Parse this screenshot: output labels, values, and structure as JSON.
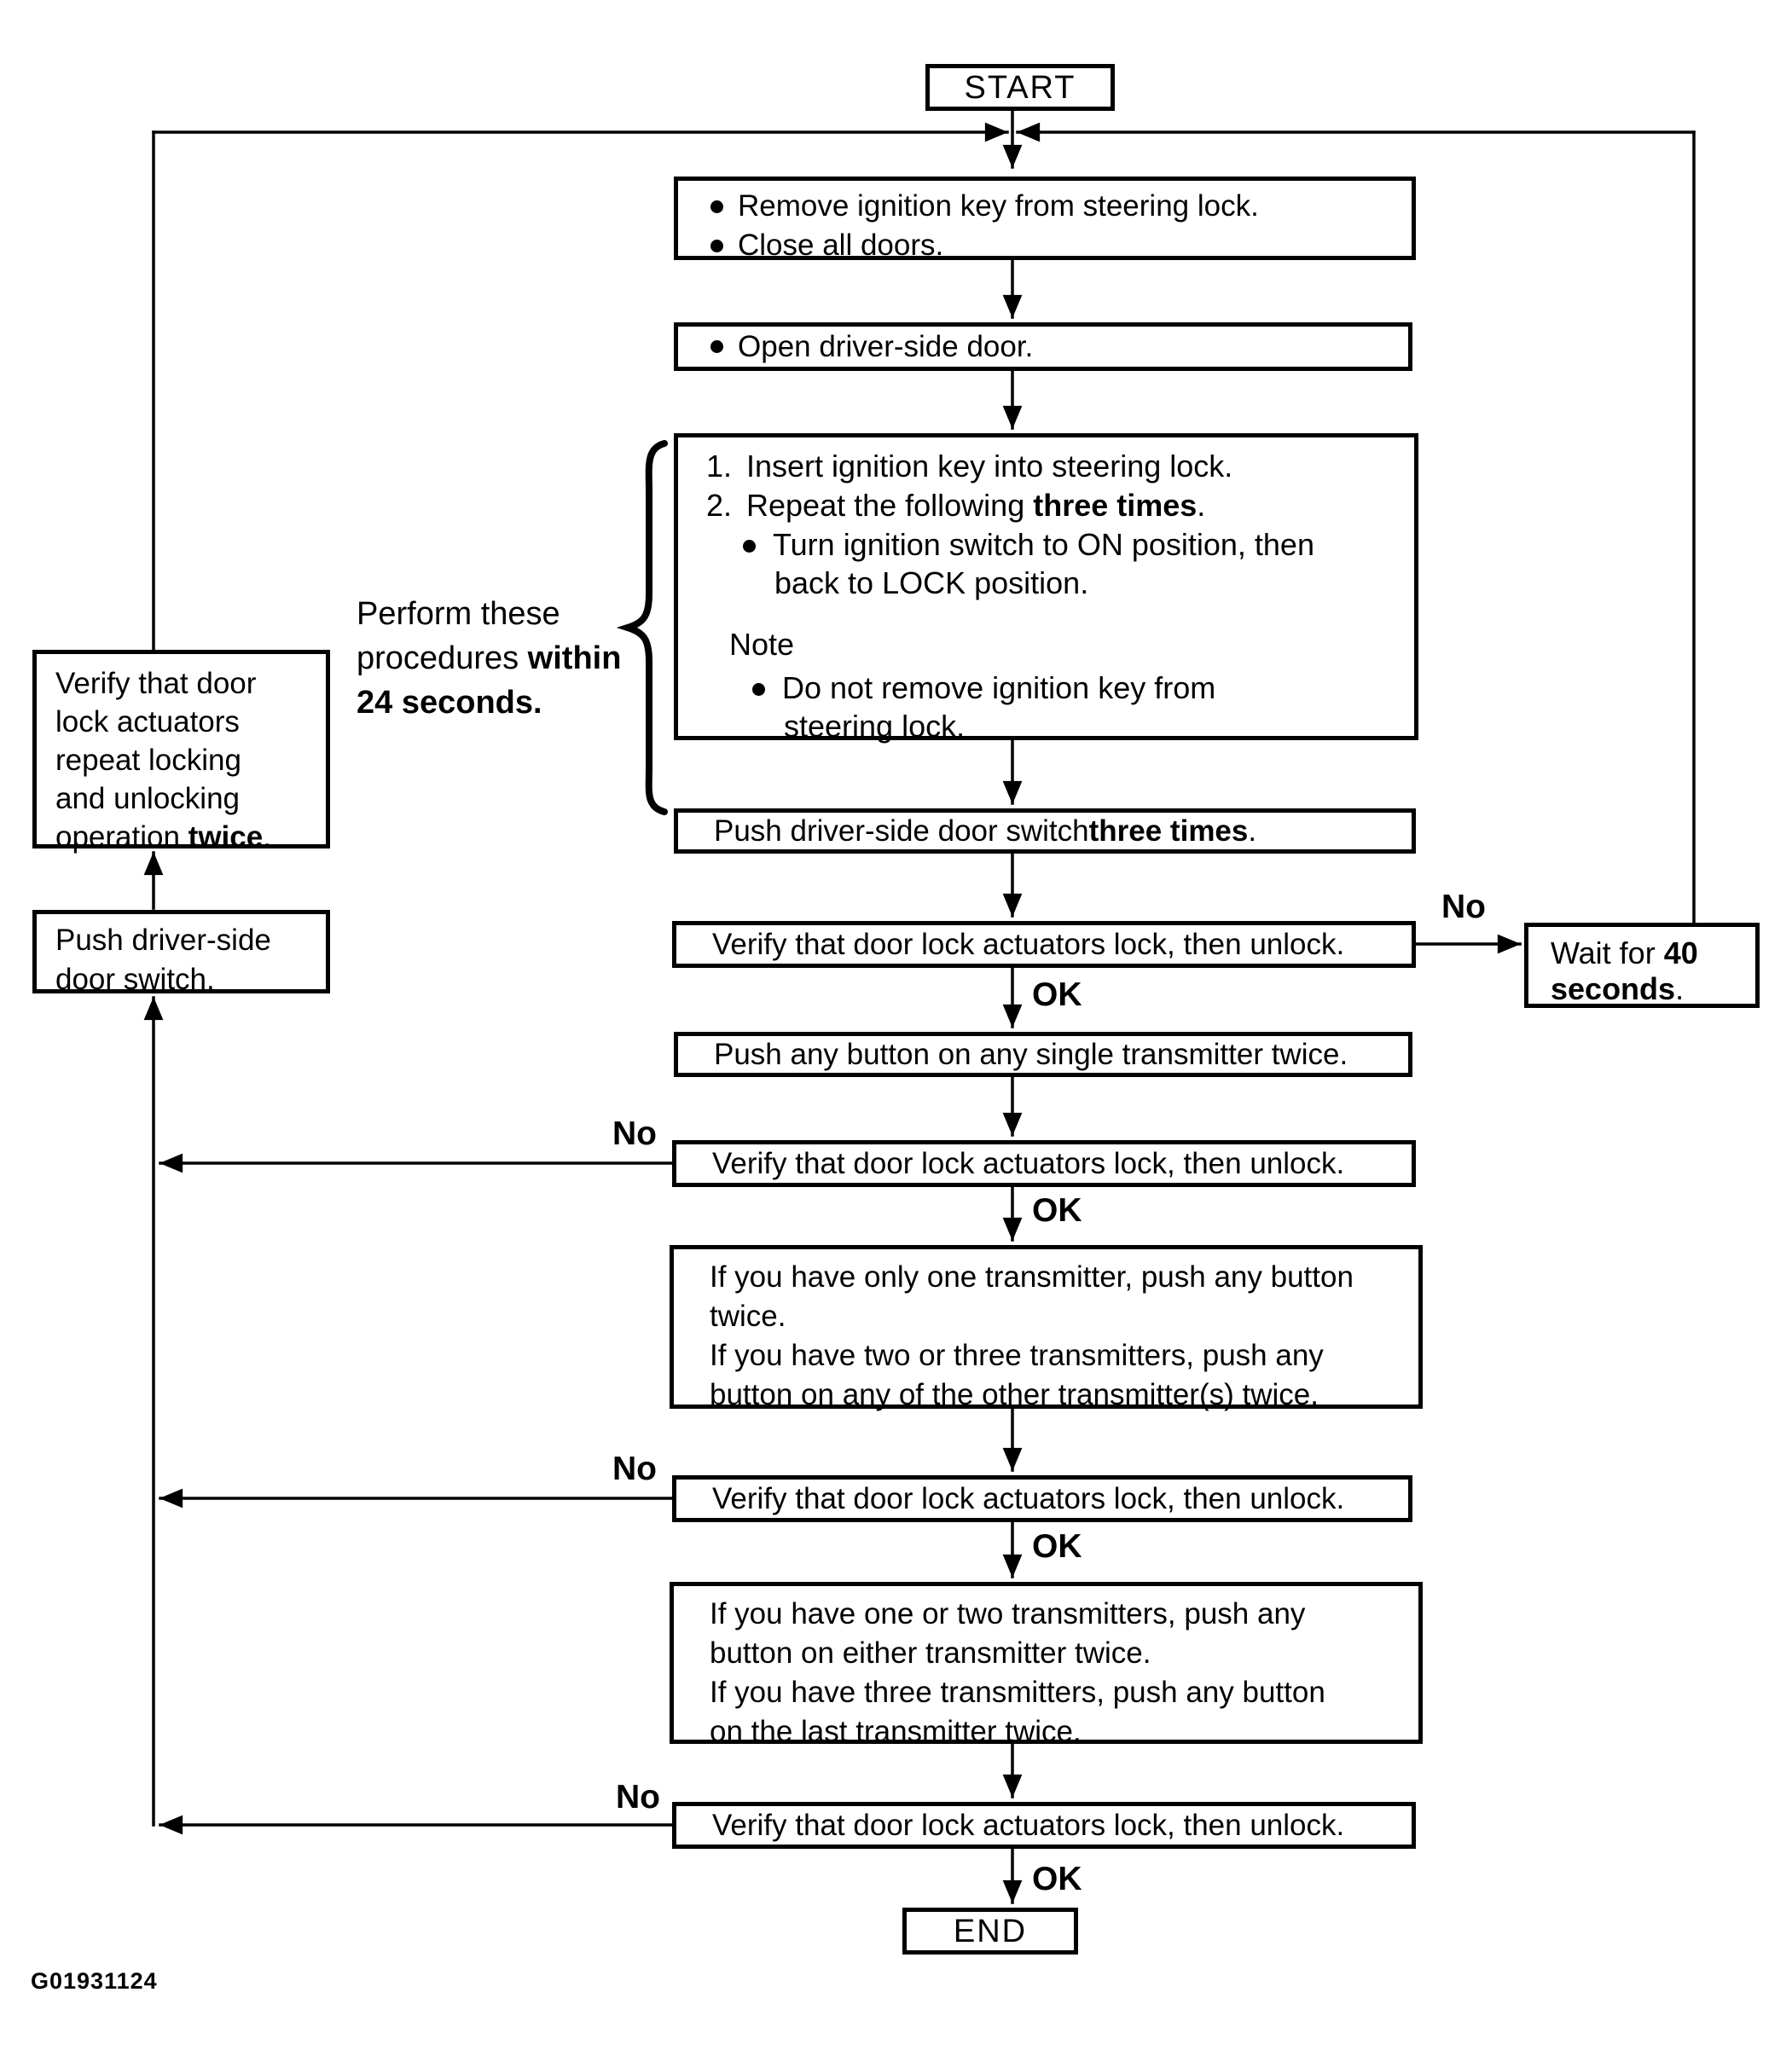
{
  "colors": {
    "ink": "#000000",
    "paper": "#ffffff"
  },
  "flow": {
    "start_label": "START",
    "prepare_box": {
      "bullet1": "Remove ignition key from steering lock.",
      "bullet2": "Close all doors."
    },
    "open_door_box": {
      "bullet1": "Open driver-side door."
    },
    "key_cycle_box": {
      "item1_num": "1.",
      "item1": "Insert ignition key into steering lock.",
      "item2_num": "2.",
      "item2_pre": "Repeat the following ",
      "item2_bold": "three times",
      "item2_end": ".",
      "bullet_line1": "Turn ignition switch to ON position, then",
      "bullet_line2": "back to LOCK position.",
      "note_title": "Note",
      "note_line1": "Do not remove ignition key from",
      "note_line2": "steering lock."
    },
    "timing_note": {
      "line1": "Perform these",
      "line2_pre": "procedures ",
      "line2_bold": "within",
      "line3_bold": "24 seconds."
    },
    "push_three_box": {
      "pre": "Push driver-side door switch ",
      "bold": "three times",
      "end": "."
    },
    "verify_text": "Verify that door lock actuators lock, then unlock.",
    "wait_box": {
      "line1_pre": "Wait for ",
      "line1_bold": "40",
      "line2_bold": "seconds",
      "line2_end": "."
    },
    "push_any_box": "Push any button on any single transmitter twice.",
    "if_one_box": {
      "line1": "If you have only one transmitter, push any button",
      "line2": "twice.",
      "line3": "If you have two or three transmitters, push any",
      "line4": "button on any of the other transmitter(s) twice."
    },
    "if_two_box": {
      "line1": "If you have one or two transmitters, push any",
      "line2": "button on either transmitter twice.",
      "line3": "If you have three transmitters, push any button",
      "line4": "on the last transmitter twice."
    },
    "left_verify_box": {
      "line1": "Verify that door",
      "line2": "lock actuators",
      "line3": "repeat locking",
      "line4": "and unlocking",
      "line5_pre": "operation ",
      "line5_bold": "twice",
      "line5_end": "."
    },
    "left_push_box": {
      "line1": "Push driver-side",
      "line2": "door switch."
    },
    "no_label": "No",
    "ok_label": "OK",
    "end_label": "END",
    "figure_code": "G01931124"
  }
}
